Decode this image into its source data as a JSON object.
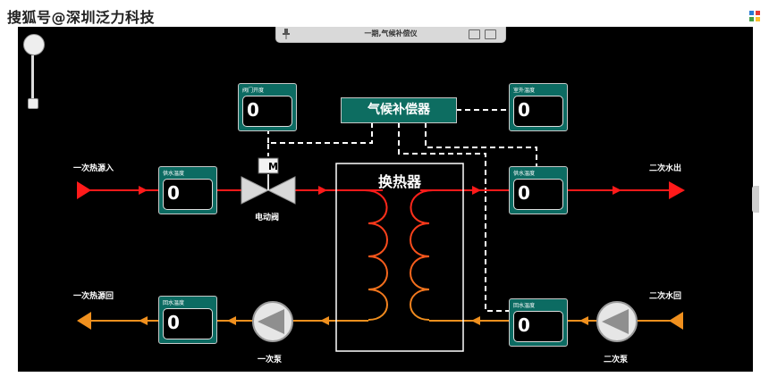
{
  "watermark": "搜狐号@深圳泛力科技",
  "window": {
    "title": "一期,气候补偿仪"
  },
  "controller_label": "气候补偿器",
  "heat_exchanger_label": "换热器",
  "valve_label": "电动阀",
  "valve_badge": "M",
  "pump1_label": "一次泵",
  "pump2_label": "二次泵",
  "ports": {
    "primary_in": "一次热源入",
    "primary_return": "一次热源回",
    "secondary_out": "二次水出",
    "secondary_return": "二次水回"
  },
  "panels": {
    "valve_opening": {
      "label": "阀门开度",
      "value": "0"
    },
    "outdoor_temp": {
      "label": "室外温度",
      "value": "0"
    },
    "primary_supply": {
      "label": "供水温度",
      "value": "0"
    },
    "primary_return": {
      "label": "回水温度",
      "value": "0"
    },
    "secondary_supply": {
      "label": "供水温度",
      "value": "0"
    },
    "secondary_return": {
      "label": "回水温度",
      "value": "0"
    }
  },
  "colors": {
    "supply": "#ff1a1a",
    "return": "#f0901e",
    "panel": "#0c6b62",
    "canvas": "#000000"
  },
  "icons": [
    "pin-icon",
    "screenshot-icon",
    "window-icon",
    "pan-control-icon",
    "zoom-slider-icon",
    "grid-icon"
  ]
}
